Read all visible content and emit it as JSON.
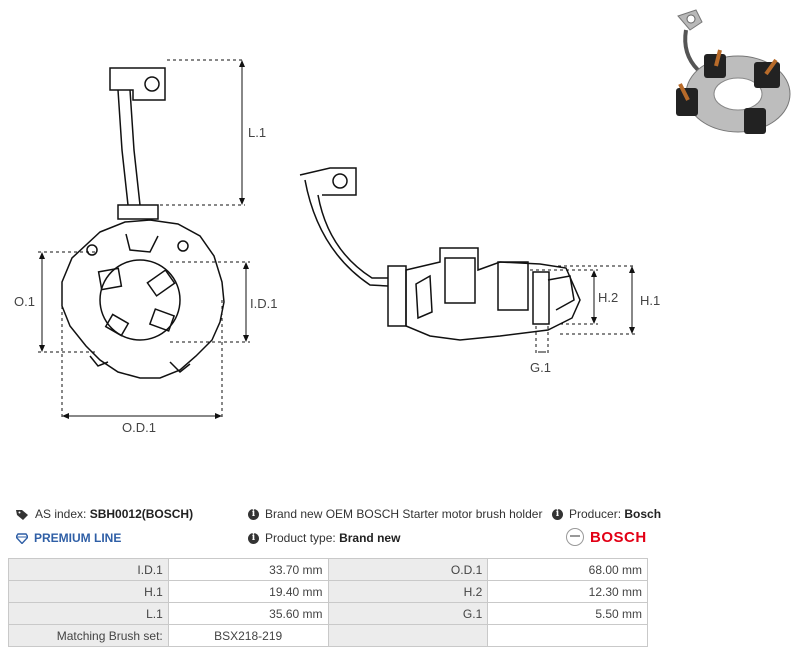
{
  "dimension_labels": {
    "l1": "L.1",
    "o1": "O.1",
    "id1": "I.D.1",
    "od1": "O.D.1",
    "h1": "H.1",
    "h2": "H.2",
    "g1": "G.1"
  },
  "info": {
    "as_index_label": "AS index:",
    "as_index_value": "SBH0012(BOSCH)",
    "premium": "PREMIUM LINE",
    "description": "Brand new OEM BOSCH Starter motor brush holder",
    "product_type_label": "Product type:",
    "product_type_value": "Brand new",
    "producer_label": "Producer:",
    "producer_value": "Bosch",
    "brand_logo": "BOSCH"
  },
  "specs": [
    {
      "l1": "I.D.1",
      "v1": "33.70 mm",
      "l2": "O.D.1",
      "v2": "68.00 mm"
    },
    {
      "l1": "H.1",
      "v1": "19.40 mm",
      "l2": "H.2",
      "v2": "12.30 mm"
    },
    {
      "l1": "L.1",
      "v1": "35.60 mm",
      "l2": "G.1",
      "v2": "5.50 mm"
    },
    {
      "l1": "Matching Brush set:",
      "v1": "BSX218-219",
      "l2": "",
      "v2": ""
    }
  ],
  "icons": [
    "tag-icon",
    "diamond-icon",
    "info-icon",
    "bosch-logo-icon"
  ],
  "colors": {
    "brand_red": "#e20015",
    "premium_blue": "#2f5fa6"
  }
}
